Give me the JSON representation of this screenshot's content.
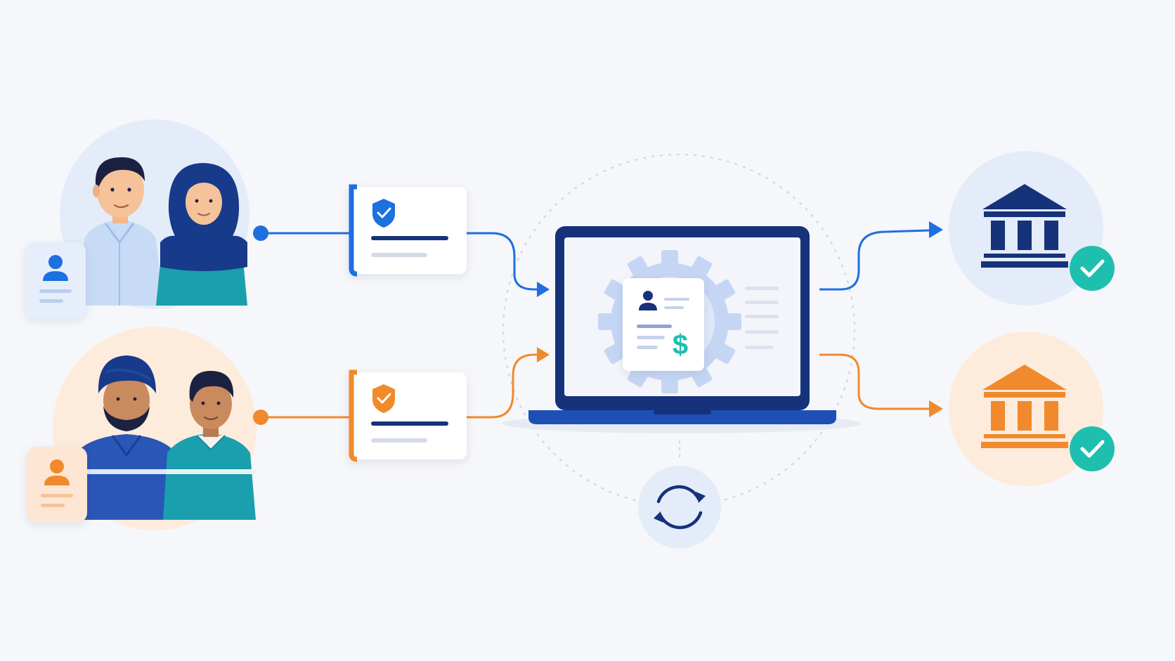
{
  "diagram": {
    "currency_symbol": "$"
  },
  "colors": {
    "background": "#f6f7fa",
    "primary_blue": "#1e6fe0",
    "navy": "#15327a",
    "orange": "#f08a2c",
    "teal": "#1fbfb0",
    "light_blue_circle": "#e4ecfa",
    "light_orange_circle": "#fdebdc",
    "gear": "#c5d6f5"
  },
  "nodes": {
    "user_groups": [
      {
        "id": "office-workers",
        "accent": "blue",
        "icon": "user-card-icon"
      },
      {
        "id": "industrial-workers",
        "accent": "orange",
        "icon": "user-card-icon"
      }
    ],
    "verification_cards": [
      {
        "id": "blue",
        "icon": "shield-check-icon"
      },
      {
        "id": "orange",
        "icon": "shield-check-icon"
      }
    ],
    "processor": {
      "icon": "laptop-gear-icon",
      "document_icon": "payroll-document-icon"
    },
    "sync": {
      "icon": "sync-icon"
    },
    "banks": [
      {
        "id": "blue",
        "icon": "bank-icon",
        "status_icon": "check-circle-icon"
      },
      {
        "id": "orange",
        "icon": "bank-icon",
        "status_icon": "check-circle-icon"
      }
    ]
  }
}
